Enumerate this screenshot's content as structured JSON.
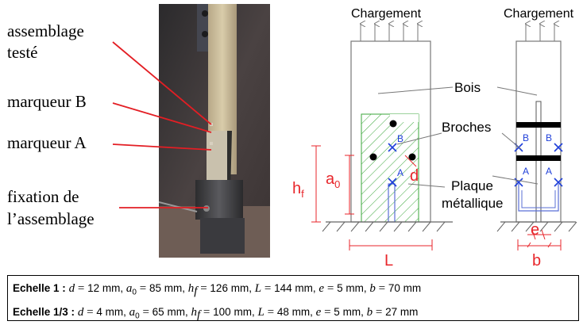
{
  "photo_labels": {
    "assemblage_line1": "assemblage",
    "assemblage_line2": "testé",
    "marqueur_b": "marqueur B",
    "marqueur_a": "marqueur A",
    "fixation_line1": "fixation de",
    "fixation_line2": "l’assemblage"
  },
  "diagram": {
    "chargement_left": "Chargement",
    "chargement_right": "Chargement",
    "bois": "Bois",
    "broches": "Broches",
    "plaque_line1": "Plaque",
    "plaque_line2": "métallique",
    "dim_hf_main": "h",
    "dim_hf_sub": "f",
    "dim_a0_main": "a",
    "dim_a0_sub": "0",
    "dim_d": "d",
    "dim_L": "L",
    "dim_e": "e",
    "dim_b": "b",
    "marker_a": "A",
    "marker_b": "B"
  },
  "scales": [
    {
      "label": "Echelle 1 :",
      "d": "12",
      "a0": "85",
      "hf": "126",
      "L": "144",
      "e": "5",
      "b": "70"
    },
    {
      "label": "Echelle 1/3 :",
      "d": "4",
      "a0": "65",
      "hf": "100",
      "L": "48",
      "e": "5",
      "b": "27"
    }
  ],
  "units": {
    "mm": "mm"
  },
  "colors": {
    "hatch": "#3aa63a",
    "dimension": "#e8262b",
    "marker": "#1f3fd9",
    "outline": "#555555"
  }
}
